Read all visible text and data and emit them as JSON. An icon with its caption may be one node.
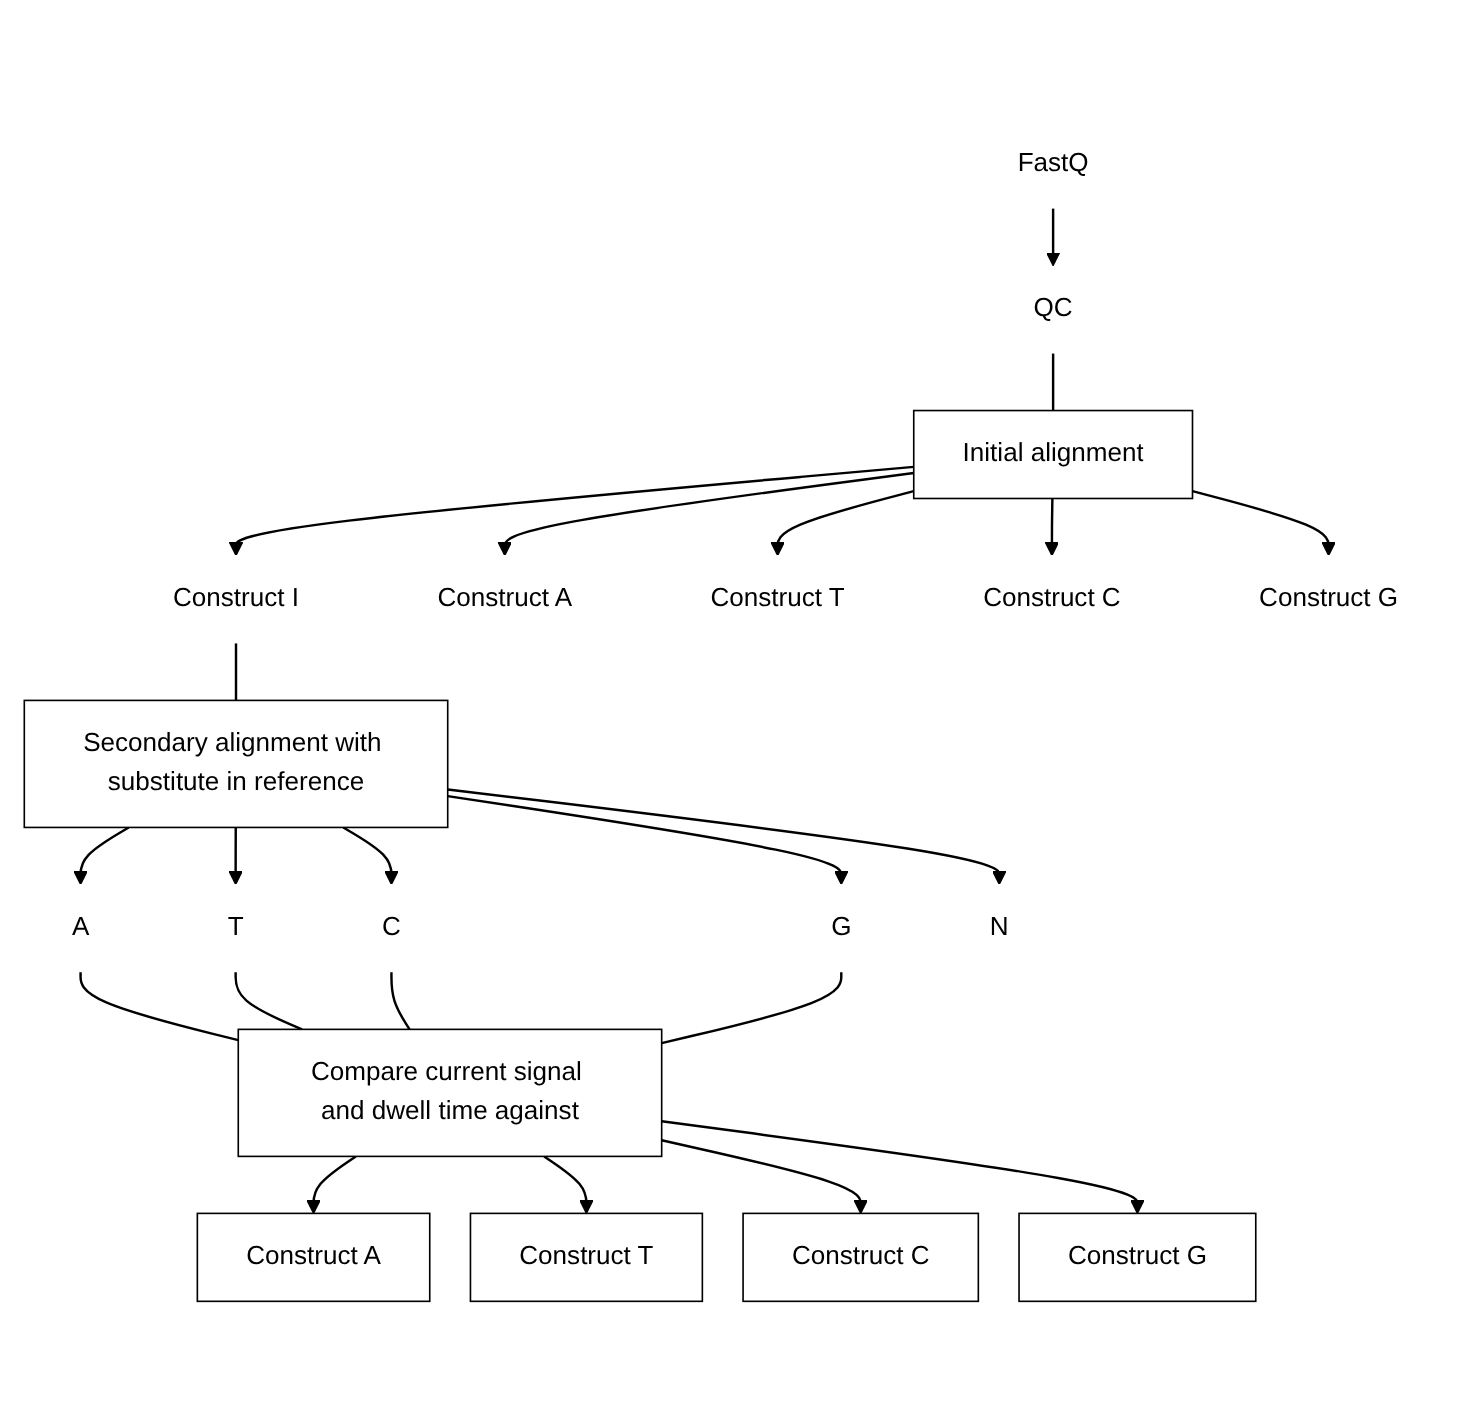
{
  "diagram": {
    "nodes": [
      {
        "text": [
          "FastQ"
        ]
      },
      {
        "text": [
          "QC"
        ]
      },
      {
        "text": [
          "Initial alignment"
        ]
      },
      {
        "text": [
          "Construct I"
        ]
      },
      {
        "text": [
          "Construct A"
        ]
      },
      {
        "text": [
          "Construct T"
        ]
      },
      {
        "text": [
          "Construct C"
        ]
      },
      {
        "text": [
          "Construct G"
        ]
      },
      {
        "text": [
          "Secondary alignment with substitute in reference"
        ]
      },
      {
        "text": [
          "A"
        ]
      },
      {
        "text": [
          "T"
        ]
      },
      {
        "text": [
          "C"
        ]
      },
      {
        "text": [
          "G"
        ]
      },
      {
        "text": [
          "N"
        ]
      },
      {
        "text": [
          "Compare current signal and dwell time against"
        ]
      },
      {
        "text": [
          "Construct A"
        ]
      },
      {
        "text": [
          "Construct T"
        ]
      },
      {
        "text": [
          "Construct C"
        ]
      },
      {
        "text": [
          "Construct G"
        ]
      }
    ],
    "edges": [
      {
        "from": 0,
        "to": 1,
        "arrow": "to"
      },
      {
        "from": 1,
        "to": 2,
        "arrow": "none"
      },
      {
        "from": 2,
        "to": 3,
        "arrow": "to"
      },
      {
        "from": 2,
        "to": 4,
        "arrow": "to"
      },
      {
        "from": 2,
        "to": 5,
        "arrow": "to"
      },
      {
        "from": 2,
        "to": 6,
        "arrow": "to"
      },
      {
        "from": 2,
        "to": 7,
        "arrow": "to"
      },
      {
        "from": 3,
        "to": 8,
        "arrow": "none"
      },
      {
        "from": 8,
        "to": 9,
        "arrow": "to"
      },
      {
        "from": 8,
        "to": 10,
        "arrow": "to"
      },
      {
        "from": 8,
        "to": 11,
        "arrow": "to"
      },
      {
        "from": 8,
        "to": 12,
        "arrow": "to"
      },
      {
        "from": 8,
        "to": 13,
        "arrow": "to"
      },
      {
        "from": 9,
        "to": 14,
        "arrow": "none"
      },
      {
        "from": 10,
        "to": 14,
        "arrow": "none"
      },
      {
        "from": 11,
        "to": 14,
        "arrow": "none"
      },
      {
        "from": 12,
        "to": 14,
        "arrow": "none"
      },
      {
        "from": 14,
        "to": 15,
        "arrow": "to"
      },
      {
        "from": 14,
        "to": 16,
        "arrow": "to"
      },
      {
        "from": 14,
        "to": 17,
        "arrow": "to"
      },
      {
        "from": 14,
        "to": 18,
        "arrow": "to"
      }
    ]
  }
}
